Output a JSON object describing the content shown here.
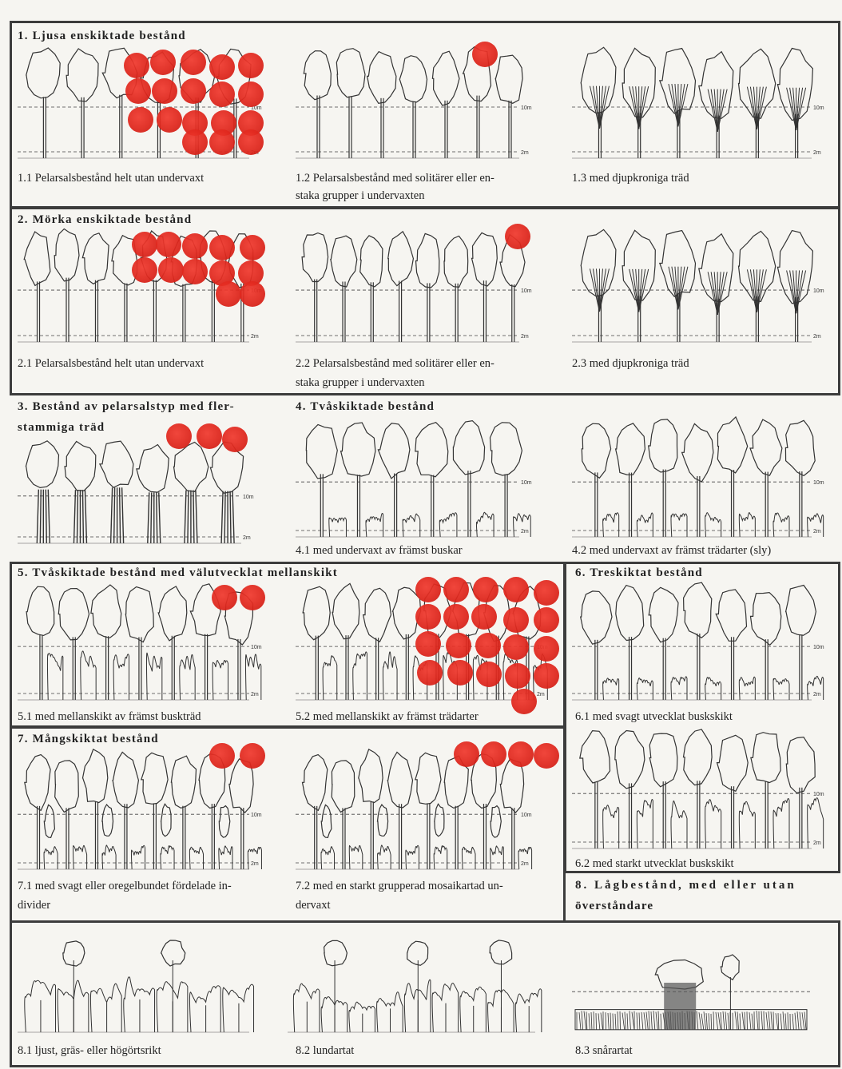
{
  "sections": {
    "s1": {
      "title": "1. Ljusa enskiktade bestånd"
    },
    "s2": {
      "title": "2. Mörka enskiktade bestånd"
    },
    "s3": {
      "title_line1": "3. Bestånd av pelarsalstyp med fler-",
      "title_line2": "stammiga träd"
    },
    "s4": {
      "title": "4. Tvåskiktade bestånd"
    },
    "s5": {
      "title": "5. Tvåskiktade bestånd med välutvecklat mellanskikt"
    },
    "s6": {
      "title": "6. Treskiktat bestånd"
    },
    "s7": {
      "title": "7. Mångskiktat bestånd"
    },
    "s8": {
      "title_line1": "8. Lågbestånd, med eller utan",
      "title_line2": "överståndare"
    }
  },
  "captions": {
    "c1_1": "1.1 Pelarsalsbestånd helt utan undervaxt",
    "c1_2_line1": "1.2 Pelarsalsbestånd med solitärer eller en-",
    "c1_2_line2": "staka grupper i undervaxten",
    "c1_3": "1.3 med djupkroniga träd",
    "c2_1": "2.1 Pelarsalsbestånd helt utan undervaxt",
    "c2_2_line1": "2.2 Pelarsalsbestånd med solitärer eller en-",
    "c2_2_line2": "staka grupper i undervaxten",
    "c2_3": "2.3 med djupkroniga träd",
    "c4_1": "4.1 med undervaxt av främst buskar",
    "c4_2": "4.2 med undervaxt av främst trädarter (sly)",
    "c5_1": "5.1 med mellanskikt av främst buskträd",
    "c5_2": "5.2 med mellanskikt av främst trädarter",
    "c6_1": "6.1 med svagt utvecklat buskskikt",
    "c6_2": "6.2 med starkt utvecklat buskskikt",
    "c7_1_line1": "7.1 med svagt eller oregelbundet fördelade in-",
    "c7_1_line2": "divider",
    "c7_2_line1": "7.2 med en starkt grupperad mosaikartad un-",
    "c7_2_line2": "dervaxt",
    "c8_1": "8.1 ljust, gräs- eller högörtsrikt",
    "c8_2": "8.2 lundartat",
    "c8_3": "8.3 snårartat"
  },
  "height_markers": {
    "ten": "10m",
    "two": "2m"
  },
  "colors": {
    "dot": "#df261c",
    "border": "#3c3c3c",
    "ink": "#222222",
    "paper": "#f6f5f1"
  }
}
